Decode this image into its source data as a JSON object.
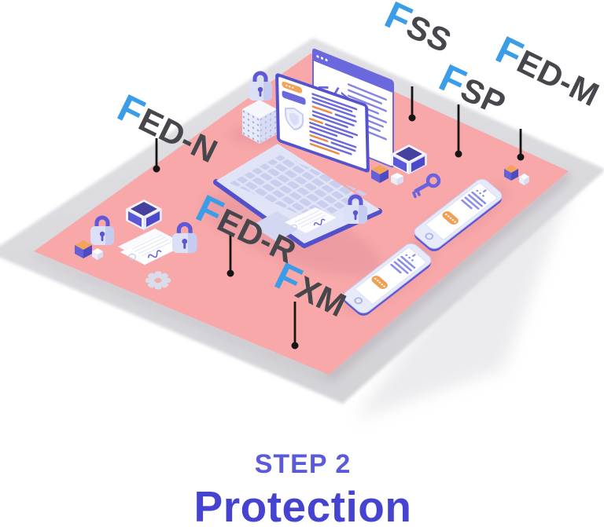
{
  "step_label": "STEP 2",
  "title": "Protection",
  "callouts": [
    {
      "prefix": "F",
      "rest": "ED-N"
    },
    {
      "prefix": "F",
      "rest": "ED-R"
    },
    {
      "prefix": "F",
      "rest": "XM"
    },
    {
      "prefix": "F",
      "rest": "SS"
    },
    {
      "prefix": "F",
      "rest": "SP"
    },
    {
      "prefix": "F",
      "rest": "ED-M"
    }
  ],
  "colors": {
    "accent_blue": "#3B9CE8",
    "label_gray": "#46464C",
    "platform_pink": "#F8A8A8",
    "shadow_gray": "#D8D8DC",
    "purple": "#5B58D6",
    "purple_deep": "#4B49C8",
    "lavender": "#DDE0F7",
    "orange": "#F2A45C",
    "callout_black": "#151515",
    "step_label_color": "#5B5AD9",
    "title_color": "#4643D0"
  }
}
